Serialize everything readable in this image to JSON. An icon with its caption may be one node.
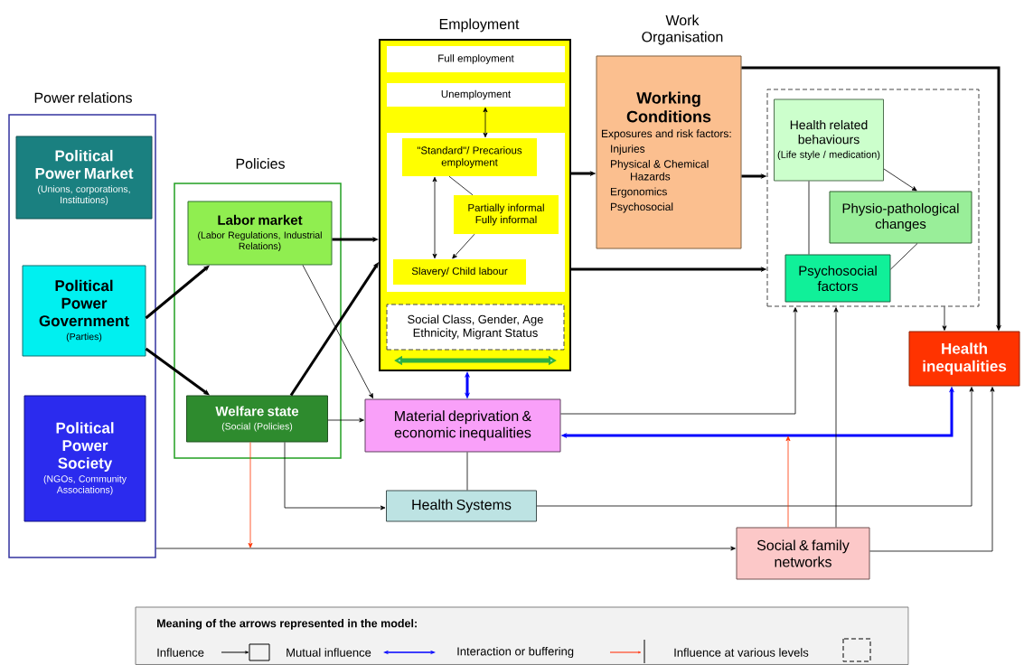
{
  "diagram": {
    "nodes": [
      {
        "text": [
          "Power relations"
        ]
      },
      {
        "text": [
          "Political Power Market",
          "(Unions, corporations, Institutions)"
        ],
        "in": 0
      },
      {
        "text": [
          "Political Power Government",
          "(Parties)"
        ],
        "in": 0
      },
      {
        "text": [
          "Political Power Society",
          "(NGOs, Community Associations)"
        ],
        "in": 0
      },
      {
        "text": [
          "Policies"
        ]
      },
      {
        "text": [
          "Labor market",
          "(Labor Regulations, Industrial Relations)"
        ],
        "in": 4
      },
      {
        "text": [
          "Welfare state",
          "(Social (Policies)"
        ],
        "in": 4
      },
      {
        "text": [
          "Employment"
        ]
      },
      {
        "text": [
          "Full employment"
        ],
        "in": 7
      },
      {
        "text": [
          "Unemployment"
        ],
        "in": 7
      },
      {
        "text": [
          "\"Standard\"/ Precarious employment"
        ],
        "in": 7
      },
      {
        "text": [
          "Partially informal Fully informal"
        ],
        "in": 7
      },
      {
        "text": [
          "Slavery/ Child labour"
        ],
        "in": 7
      },
      {
        "text": [
          "Social Class, Gender, Age Ethnicity, Migrant Status"
        ],
        "in": 7
      },
      {
        "text": [
          "Work Organisation",
          "Working Conditions",
          "Exposures and risk factors:",
          "Injuries",
          "Physical & Chemical Hazards",
          "Ergonomics",
          "Psychosocial"
        ]
      },
      {
        "text": [],
        "shape": "box"
      },
      {
        "text": [
          "Health related behaviours",
          "(Life style / medication)"
        ],
        "in": 15
      },
      {
        "text": [
          "Physio-pathological changes"
        ],
        "in": 15
      },
      {
        "text": [
          "Psychosocial factors"
        ],
        "in": 15
      },
      {
        "text": [
          "Health inequalities"
        ]
      },
      {
        "text": [
          "Material deprivation & economic inequalities"
        ]
      },
      {
        "text": [
          "Health Systems"
        ]
      },
      {
        "text": [
          "Social & family networks"
        ]
      }
    ],
    "edges": [
      {
        "from": 2,
        "to": 5,
        "arrow": "to",
        "style": "thick"
      },
      {
        "from": 2,
        "to": 6,
        "arrow": "to",
        "style": "thick"
      },
      {
        "from": 5,
        "to": 7,
        "arrow": "to",
        "style": "thick"
      },
      {
        "from": 6,
        "to": 7,
        "arrow": "to",
        "style": "thick"
      },
      {
        "from": 5,
        "to": 20,
        "arrow": "to"
      },
      {
        "from": 6,
        "to": 20,
        "arrow": "to"
      },
      {
        "from": 6,
        "to": 21,
        "arrow": "to"
      },
      {
        "from": 6,
        "to": null,
        "arrow": "to",
        "color": "#ff3300"
      },
      {
        "from": 0,
        "to": 22,
        "arrow": "to"
      },
      {
        "from": 9,
        "to": 10,
        "arrow": "both"
      },
      {
        "from": 10,
        "to": 12,
        "arrow": "both"
      },
      {
        "from": 10,
        "to": 11,
        "arrow": "none"
      },
      {
        "from": 11,
        "to": 12,
        "arrow": "to"
      },
      {
        "from": 7,
        "to": 14,
        "arrow": "to",
        "style": "thick"
      },
      {
        "from": 7,
        "to": 15,
        "arrow": "to",
        "style": "thick"
      },
      {
        "from": 14,
        "to": 15,
        "arrow": "to",
        "style": "thick"
      },
      {
        "from": 14,
        "to": 19,
        "arrow": "to",
        "style": "thick"
      },
      {
        "from": 15,
        "to": 19,
        "arrow": "to"
      },
      {
        "from": 18,
        "to": 16,
        "arrow": "none"
      },
      {
        "from": 16,
        "to": 17,
        "arrow": "to"
      },
      {
        "from": 18,
        "to": 17,
        "arrow": "none"
      },
      {
        "from": 7,
        "to": 20,
        "arrow": "both",
        "style": "thick",
        "color": "#0000ff"
      },
      {
        "from": 20,
        "to": 19,
        "arrow": "both",
        "style": "thick",
        "color": "#0000ff"
      },
      {
        "from": 20,
        "to": 15,
        "arrow": "to"
      },
      {
        "from": 22,
        "to": 15,
        "arrow": "to"
      },
      {
        "from": 21,
        "to": 19,
        "arrow": "to"
      },
      {
        "from": 22,
        "to": 19,
        "arrow": "to"
      },
      {
        "from": 22,
        "to": null,
        "arrow": "to",
        "color": "#ff3300"
      },
      {
        "from": 21,
        "to": 20,
        "arrow": "none"
      }
    ],
    "labels": [
      "Meaning of the arrows represented in the model:"
    ],
    "legend": [
      {
        "text": "Influence"
      },
      {
        "text": "Mutual influence"
      },
      {
        "text": "Interaction or buffering"
      },
      {
        "text": "Influence at various levels"
      }
    ]
  }
}
